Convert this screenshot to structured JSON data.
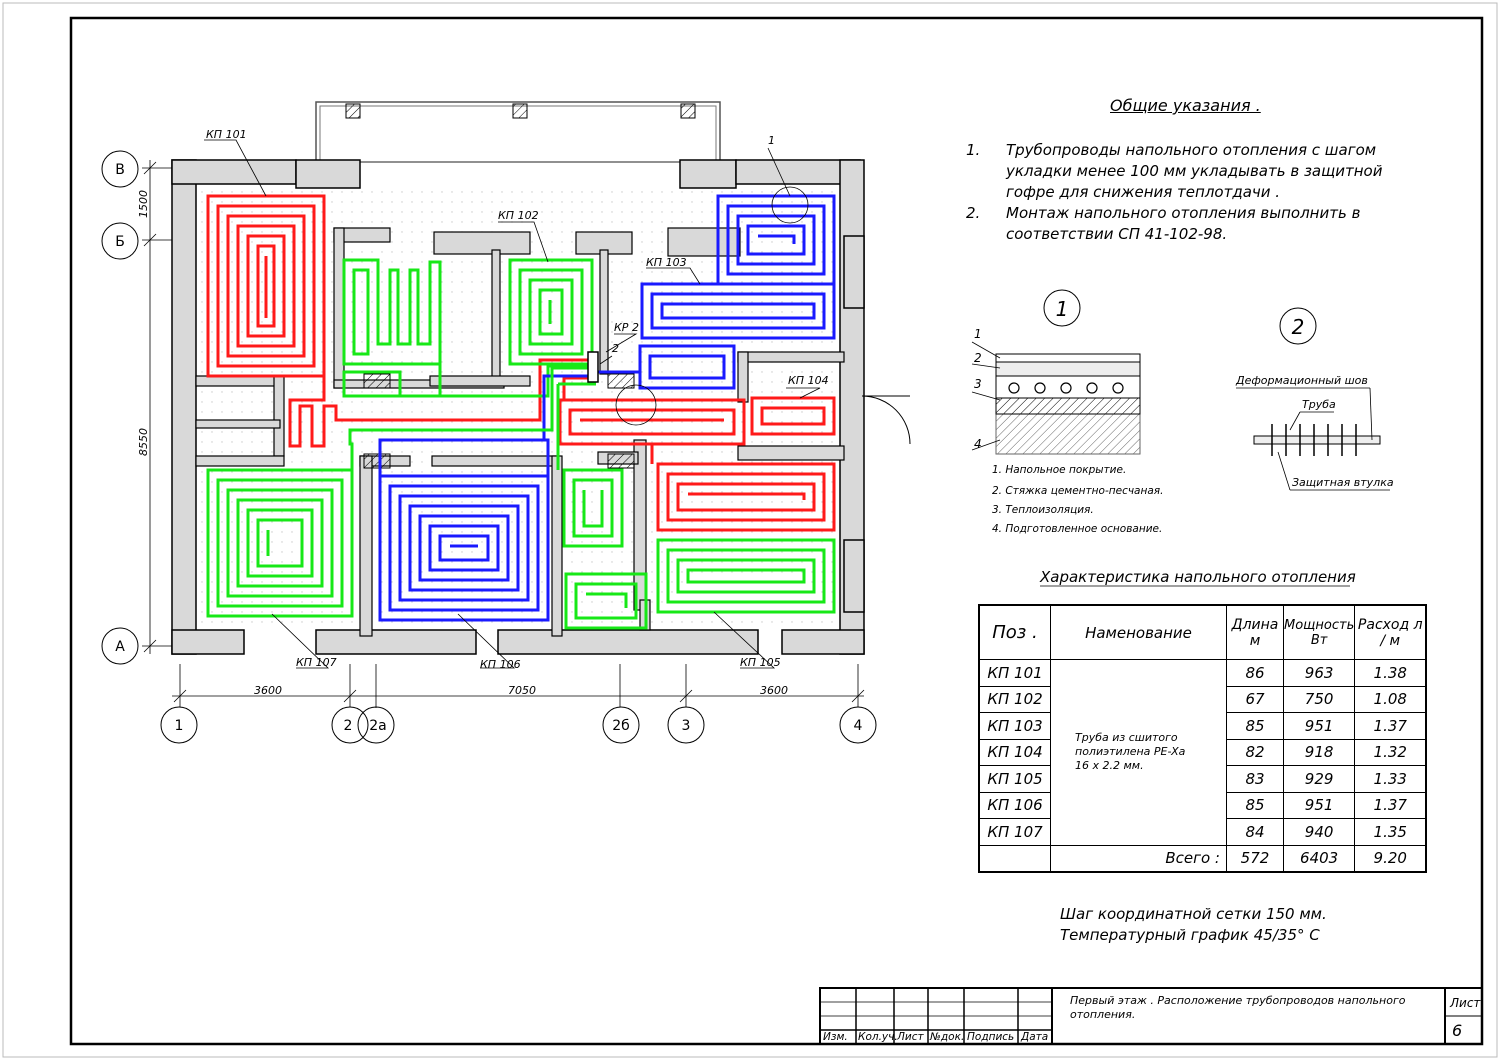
{
  "colors": {
    "red": "#ff1a1a",
    "green": "#17e817",
    "blue": "#1a1aff",
    "wall": "#d9d9d9"
  },
  "plan": {
    "grid_rows": [
      "В",
      "Б",
      "А"
    ],
    "grid_cols": [
      "1",
      "2",
      "2а",
      "2б",
      "3",
      "4"
    ],
    "dims_horizontal": [
      "3600",
      "7050",
      "3600"
    ],
    "dims_vertical": [
      "1500",
      "8550"
    ],
    "loop_labels": [
      "КП 101",
      "КП 102",
      "КП 103",
      "КП 104",
      "КП 105",
      "КП 106",
      "КП 107"
    ],
    "manifold_label": "КР 2",
    "callout_1": "1",
    "callout_2": "2"
  },
  "notes": {
    "title": "Общие указания .",
    "items": [
      {
        "num": "1.",
        "text": "Трубопроводы напольного отопления с шагом укладки менее  100  мм укладывать в защитной гофре для снижения теплотдачи ."
      },
      {
        "num": "2.",
        "text": "Монтаж напольного отопления выполнить в соответствии СП  41-102-98."
      }
    ]
  },
  "detail1": {
    "mark": "1",
    "layer_nums": [
      "1",
      "2",
      "3",
      "4"
    ],
    "legend": [
      "1. Напольное покрытие.",
      "2. Стяжка цементно-песчаная.",
      "3. Теплоизоляция.",
      "4. Подготовленное основание."
    ]
  },
  "detail2": {
    "mark": "2",
    "labels": [
      "Деформационный шов",
      "Труба",
      "Защитная втулка"
    ]
  },
  "table": {
    "title": "Характеристика напольного отопления",
    "headers": [
      "Поз .",
      "Наменование",
      "Длина м",
      "Мощность Вт",
      "Расход л / м"
    ],
    "description": "Труба из сшитого полиэтилена PE-Xa 16 x 2.2 мм.",
    "rows": [
      {
        "pos": "КП 101",
        "len": "86",
        "power": "963",
        "flow": "1.38"
      },
      {
        "pos": "КП 102",
        "len": "67",
        "power": "750",
        "flow": "1.08"
      },
      {
        "pos": "КП 103",
        "len": "85",
        "power": "951",
        "flow": "1.37"
      },
      {
        "pos": "КП 104",
        "len": "82",
        "power": "918",
        "flow": "1.32"
      },
      {
        "pos": "КП 105",
        "len": "83",
        "power": "929",
        "flow": "1.33"
      },
      {
        "pos": "КП 106",
        "len": "85",
        "power": "951",
        "flow": "1.37"
      },
      {
        "pos": "КП 107",
        "len": "84",
        "power": "940",
        "flow": "1.35"
      }
    ],
    "total_label": "Всего :",
    "total": {
      "len": "572",
      "power": "6403",
      "flow": "9.20"
    }
  },
  "footnotes": [
    "Шаг координатной сетки  150 мм.",
    "Температурный график  45/35° С"
  ],
  "title_block": {
    "cols": [
      "Изм.",
      "Кол.уч.",
      "Лист",
      "№док.",
      "Подпись",
      "Дата"
    ],
    "title": "Первый этаж . Расположение трубопроводов напольного отопления.",
    "sheet_label": "Лист",
    "sheet_no": "6"
  }
}
